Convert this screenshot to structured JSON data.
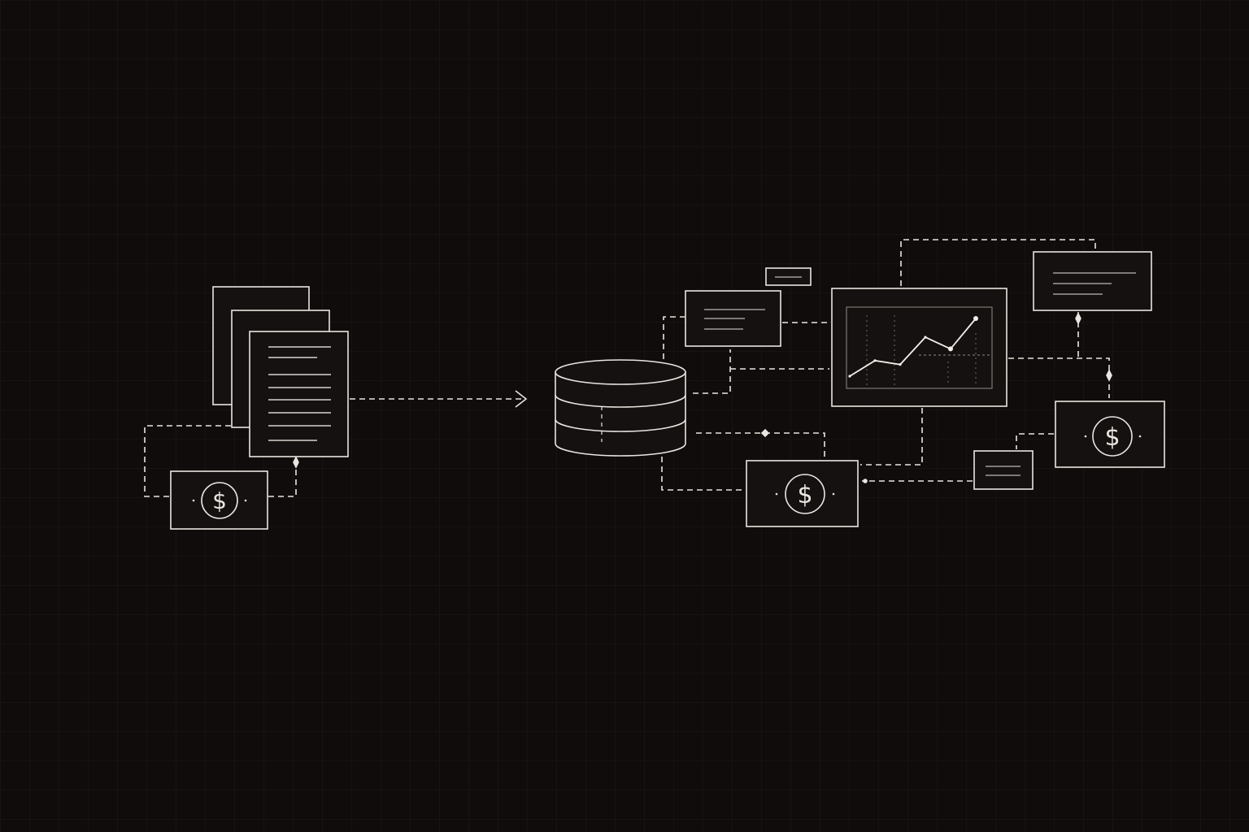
{
  "diagram": {
    "theme": {
      "background": "#0f0c0b",
      "grid": "#1e1b1a",
      "stroke": "#e9e5e0",
      "node_fill": "#141110",
      "accent_dim": "#9a9590"
    },
    "icons": {
      "document_stack": "document-stack-icon",
      "database": "database-icon",
      "dollar_card": "dollar-card-icon",
      "dashboard": "line-chart-dashboard-icon",
      "text_panel": "text-lines-panel-icon",
      "arrow": "arrow-right-icon"
    },
    "symbols": {
      "currency": "$"
    },
    "chart_trend": [
      [
        0,
        0
      ],
      [
        1,
        2
      ],
      [
        2,
        1.5
      ],
      [
        3,
        5
      ],
      [
        4,
        3.5
      ],
      [
        5,
        7.4
      ]
    ]
  }
}
